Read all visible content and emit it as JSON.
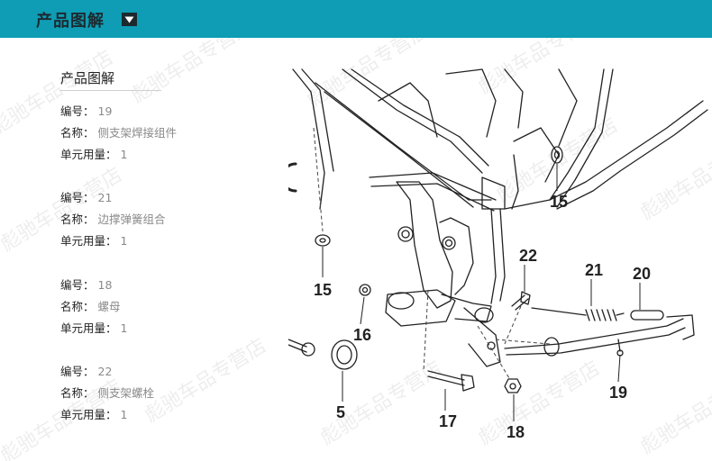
{
  "header": {
    "title": "产品图解"
  },
  "section": {
    "title": "产品图解"
  },
  "parts": [
    {
      "id_label": "编号",
      "id": "19",
      "name_label": "名称",
      "name": "侧支架焊接组件",
      "qty_label": "单元用量",
      "qty": "1"
    },
    {
      "id_label": "编号",
      "id": "21",
      "name_label": "名称",
      "name": "边撑弹簧组合",
      "qty_label": "单元用量",
      "qty": "1"
    },
    {
      "id_label": "编号",
      "id": "18",
      "name_label": "名称",
      "name": "螺母",
      "qty_label": "单元用量",
      "qty": "1"
    },
    {
      "id_label": "编号",
      "id": "22",
      "name_label": "名称",
      "name": "侧支架螺栓",
      "qty_label": "单元用量",
      "qty": "1"
    }
  ],
  "diagram_callouts": [
    "15",
    "15",
    "16",
    "5",
    "17",
    "18",
    "22",
    "21",
    "20",
    "19"
  ],
  "watermark": "彪驰车品专营店"
}
